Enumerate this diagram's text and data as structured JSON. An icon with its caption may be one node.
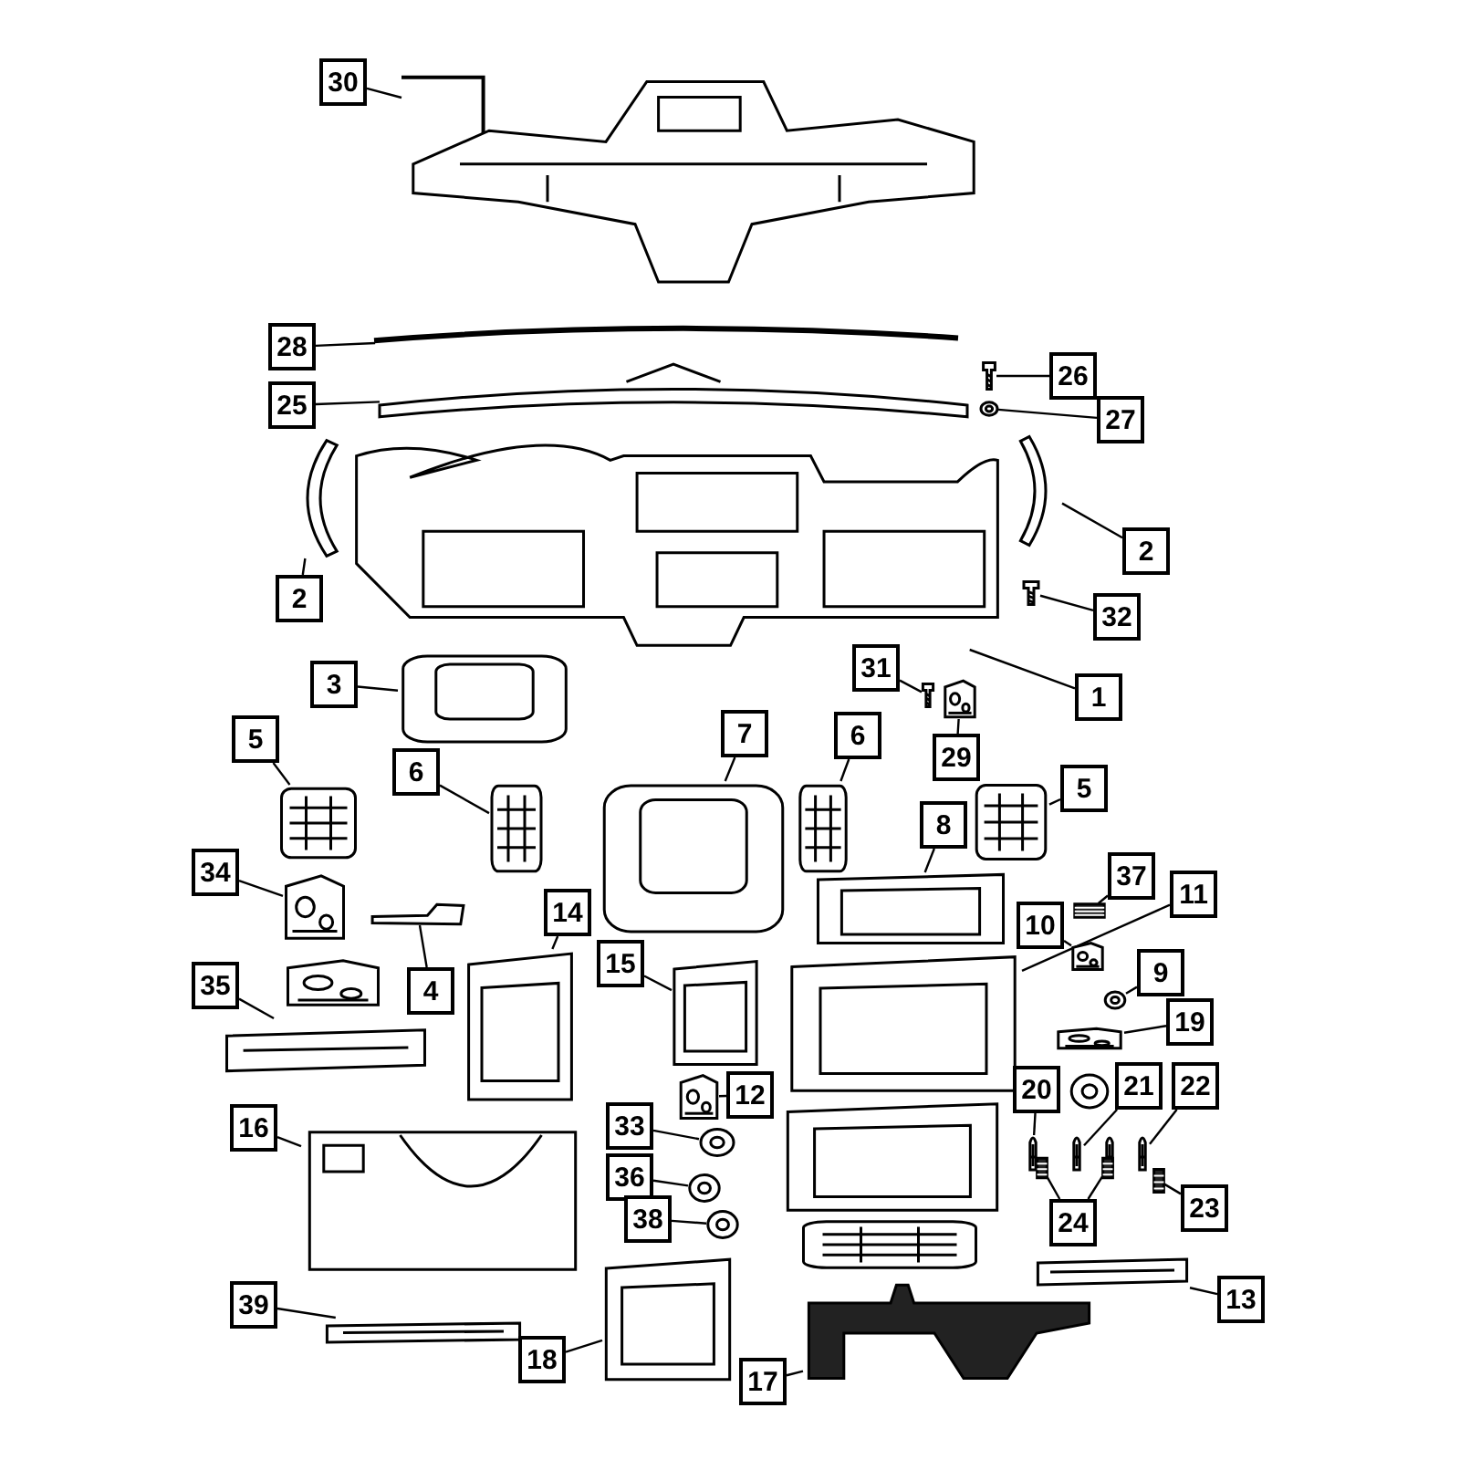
{
  "diagram": {
    "nodes": [
      {
        "text": [
          "30"
        ]
      },
      {
        "text": [],
        "shape": "picture"
      },
      {
        "text": [
          "28"
        ]
      },
      {
        "text": [],
        "shape": "picture"
      },
      {
        "text": [
          "25"
        ]
      },
      {
        "text": [],
        "shape": "picture"
      },
      {
        "text": [
          "26"
        ]
      },
      {
        "text": [],
        "shape": "picture"
      },
      {
        "text": [
          "27"
        ]
      },
      {
        "text": [],
        "shape": "picture"
      },
      {
        "text": [
          "2"
        ]
      },
      {
        "text": [],
        "shape": "picture"
      },
      {
        "text": [
          "2"
        ]
      },
      {
        "text": [],
        "shape": "picture"
      },
      {
        "text": [
          "32"
        ]
      },
      {
        "text": [],
        "shape": "picture"
      },
      {
        "text": [
          "1"
        ]
      },
      {
        "text": [],
        "shape": "picture"
      },
      {
        "text": [
          "3"
        ]
      },
      {
        "text": [],
        "shape": "picture"
      },
      {
        "text": [
          "31"
        ]
      },
      {
        "text": [],
        "shape": "picture"
      },
      {
        "text": [
          "29"
        ]
      },
      {
        "text": [],
        "shape": "picture"
      },
      {
        "text": [
          "5"
        ]
      },
      {
        "text": [],
        "shape": "picture"
      },
      {
        "text": [
          "6"
        ]
      },
      {
        "text": [],
        "shape": "picture"
      },
      {
        "text": [
          "7"
        ]
      },
      {
        "text": [],
        "shape": "picture"
      },
      {
        "text": [
          "6"
        ]
      },
      {
        "text": [],
        "shape": "picture"
      },
      {
        "text": [
          "5"
        ]
      },
      {
        "text": [],
        "shape": "picture"
      },
      {
        "text": [
          "8"
        ]
      },
      {
        "text": [],
        "shape": "picture"
      },
      {
        "text": [
          "37"
        ]
      },
      {
        "text": [],
        "shape": "picture"
      },
      {
        "text": [
          "10"
        ]
      },
      {
        "text": [],
        "shape": "picture"
      },
      {
        "text": [
          "11"
        ]
      },
      {
        "text": [],
        "shape": "picture"
      },
      {
        "text": [
          "9"
        ]
      },
      {
        "text": [],
        "shape": "picture"
      },
      {
        "text": [
          "19"
        ]
      },
      {
        "text": [],
        "shape": "picture"
      },
      {
        "text": [
          "34"
        ]
      },
      {
        "text": [],
        "shape": "picture"
      },
      {
        "text": [
          "4"
        ]
      },
      {
        "text": [],
        "shape": "picture"
      },
      {
        "text": [
          "14"
        ]
      },
      {
        "text": [],
        "shape": "picture"
      },
      {
        "text": [
          "15"
        ]
      },
      {
        "text": [],
        "shape": "picture"
      },
      {
        "text": [
          "35"
        ]
      },
      {
        "text": [],
        "shape": "picture"
      },
      {
        "text": [
          "12"
        ]
      },
      {
        "text": [],
        "shape": "picture"
      },
      {
        "text": [
          "20"
        ]
      },
      {
        "text": [],
        "shape": "picture"
      },
      {
        "text": [
          "21"
        ]
      },
      {
        "text": [],
        "shape": "picture"
      },
      {
        "text": [
          "22"
        ]
      },
      {
        "text": [],
        "shape": "picture"
      },
      {
        "text": [
          "16"
        ]
      },
      {
        "text": [],
        "shape": "picture"
      },
      {
        "text": [
          "33"
        ]
      },
      {
        "text": [],
        "shape": "picture"
      },
      {
        "text": [
          "36"
        ]
      },
      {
        "text": [],
        "shape": "picture"
      },
      {
        "text": [
          "38"
        ]
      },
      {
        "text": [],
        "shape": "picture"
      },
      {
        "text": [
          "24"
        ]
      },
      {
        "text": [],
        "shape": "picture"
      },
      {
        "text": [],
        "shape": "picture"
      },
      {
        "text": [
          "23"
        ]
      },
      {
        "text": [],
        "shape": "picture"
      },
      {
        "text": [
          "13"
        ]
      },
      {
        "text": [],
        "shape": "picture"
      },
      {
        "text": [
          "39"
        ]
      },
      {
        "text": [],
        "shape": "picture"
      },
      {
        "text": [
          "18"
        ]
      },
      {
        "text": [],
        "shape": "picture"
      },
      {
        "text": [
          "17"
        ]
      },
      {
        "text": [],
        "shape": "picture"
      }
    ],
    "edges": [
      {
        "from": 0,
        "to": 1,
        "arrow": "none"
      },
      {
        "from": 2,
        "to": 3,
        "arrow": "none"
      },
      {
        "from": 4,
        "to": 5,
        "arrow": "none"
      },
      {
        "from": 6,
        "to": 7,
        "arrow": "none"
      },
      {
        "from": 8,
        "to": 9,
        "arrow": "none"
      },
      {
        "from": 10,
        "to": 11,
        "arrow": "none"
      },
      {
        "from": 12,
        "to": 13,
        "arrow": "none"
      },
      {
        "from": 14,
        "to": 15,
        "arrow": "none"
      },
      {
        "from": 16,
        "to": 17,
        "arrow": "none"
      },
      {
        "from": 18,
        "to": 19,
        "arrow": "none"
      },
      {
        "from": 20,
        "to": 21,
        "arrow": "none"
      },
      {
        "from": 22,
        "to": 23,
        "arrow": "none"
      },
      {
        "from": 24,
        "to": 25,
        "arrow": "none"
      },
      {
        "from": 26,
        "to": 27,
        "arrow": "none"
      },
      {
        "from": 28,
        "to": 29,
        "arrow": "none"
      },
      {
        "from": 30,
        "to": 31,
        "arrow": "none"
      },
      {
        "from": 32,
        "to": 33,
        "arrow": "none"
      },
      {
        "from": 34,
        "to": 35,
        "arrow": "none"
      },
      {
        "from": 36,
        "to": 37,
        "arrow": "none"
      },
      {
        "from": 38,
        "to": 39,
        "arrow": "none"
      },
      {
        "from": 40,
        "to": 41,
        "arrow": "none"
      },
      {
        "from": 42,
        "to": 43,
        "arrow": "none"
      },
      {
        "from": 44,
        "to": 45,
        "arrow": "none"
      },
      {
        "from": 46,
        "to": 47,
        "arrow": "none"
      },
      {
        "from": 48,
        "to": 49,
        "arrow": "none"
      },
      {
        "from": 50,
        "to": 51,
        "arrow": "none"
      },
      {
        "from": 52,
        "to": 53,
        "arrow": "none"
      },
      {
        "from": 54,
        "to": 55,
        "arrow": "none"
      },
      {
        "from": 56,
        "to": 57,
        "arrow": "none"
      },
      {
        "from": 58,
        "to": 59,
        "arrow": "none"
      },
      {
        "from": 60,
        "to": 61,
        "arrow": "none"
      },
      {
        "from": 62,
        "to": 63,
        "arrow": "none"
      },
      {
        "from": 64,
        "to": 65,
        "arrow": "none"
      },
      {
        "from": 66,
        "to": 67,
        "arrow": "none"
      },
      {
        "from": 68,
        "to": 69,
        "arrow": "none"
      },
      {
        "from": 70,
        "to": 71,
        "arrow": "none"
      },
      {
        "from": 72,
        "to": 73,
        "arrow": "none"
      },
      {
        "from": 72,
        "to": 74,
        "arrow": "none"
      },
      {
        "from": 75,
        "to": 76,
        "arrow": "none"
      },
      {
        "from": 77,
        "to": 78,
        "arrow": "none"
      },
      {
        "from": 79,
        "to": 80,
        "arrow": "none"
      },
      {
        "from": 81,
        "to": 82,
        "arrow": "none"
      },
      {
        "from": 83,
        "to": 84,
        "arrow": "none"
      }
    ]
  }
}
